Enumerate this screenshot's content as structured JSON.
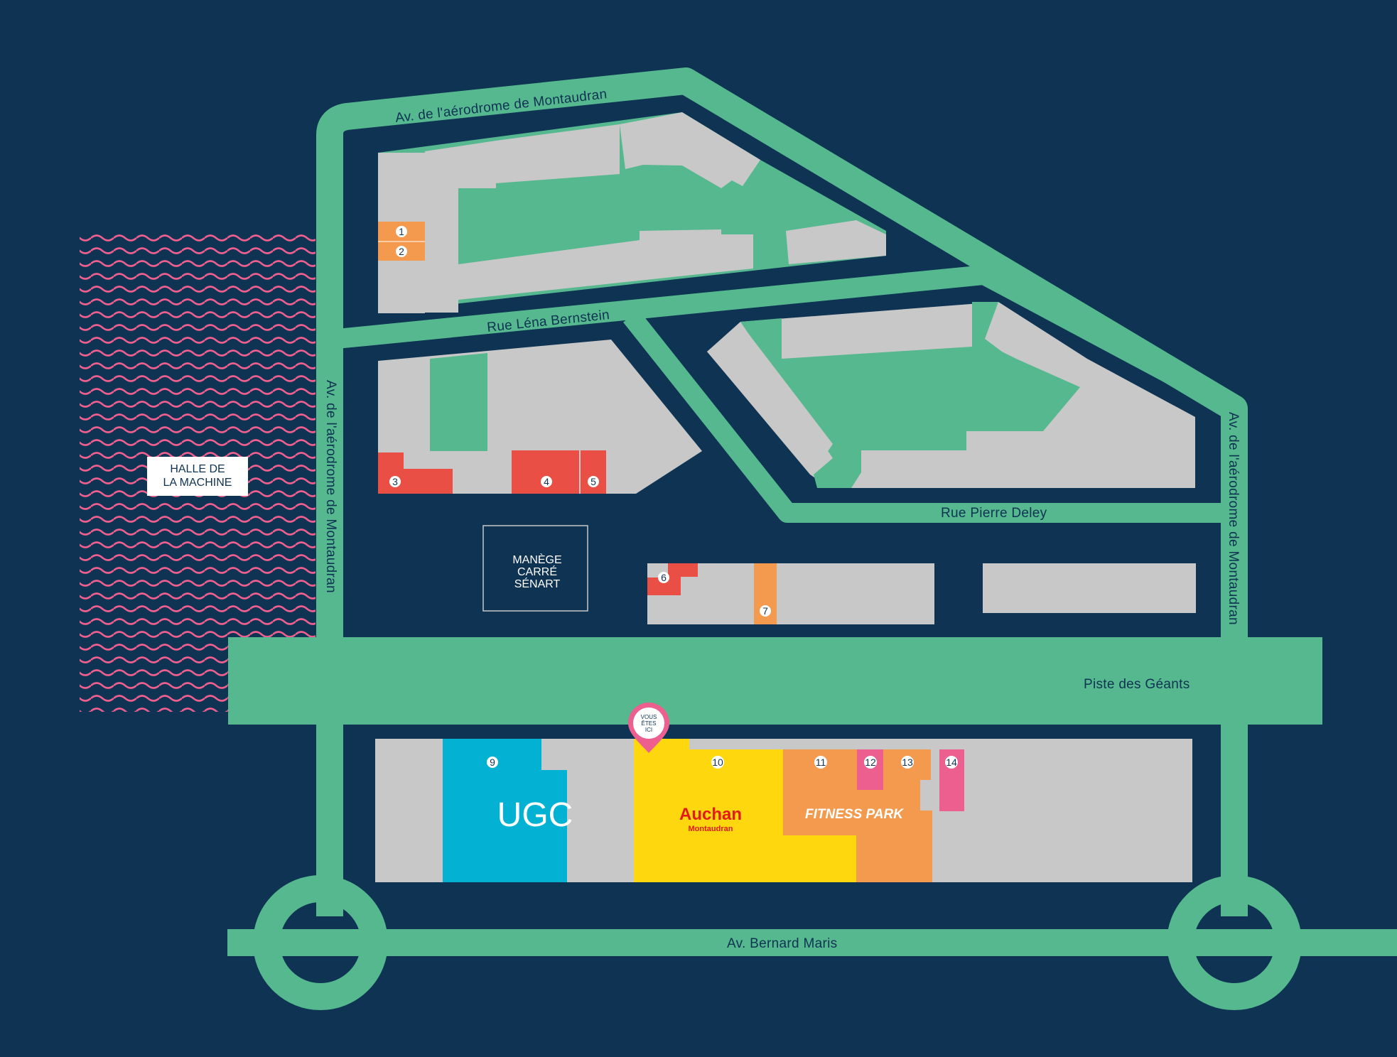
{
  "colors": {
    "background": "#0e3353",
    "road": "#56b88e",
    "green_space": "#56b88e",
    "building": "#c8c8c8",
    "orange_store": "#f39a4e",
    "red_store": "#e94f45",
    "pink_store": "#ec5f8e",
    "ugc": "#03b2d2",
    "auchan": "#ffd70f",
    "fitness_park": "#f39a4e",
    "wave": "#ec5f8e"
  },
  "roads": {
    "av_aerodrome_top": "Av. de l'aérodrome de Montaudran",
    "av_aerodrome_left": "Av. de l'aérodrome de Montaudran",
    "av_aerodrome_right": "Av. de l'aérodrome de Montaudran",
    "rue_lena": "Rue Léna Bernstein",
    "rue_pierre": "Rue Pierre Deley",
    "piste": "Piste des Géants",
    "av_bernard": "Av. Bernard Maris"
  },
  "places": {
    "halle": [
      "HALLE DE",
      "LA MACHINE"
    ],
    "manege": [
      "MANÈGE",
      "CARRÉ",
      "SÉNART"
    ]
  },
  "you_are_here": [
    "VOUS",
    "ÊTES",
    "ICI"
  ],
  "store_numbers": [
    "1",
    "2",
    "3",
    "4",
    "5",
    "6",
    "7",
    "9",
    "10",
    "11",
    "12",
    "13",
    "14"
  ],
  "brands": {
    "ugc": "UGC",
    "auchan": "Auchan",
    "auchan_sub": "Montaudran",
    "fitness": "FITNESS PARK"
  }
}
